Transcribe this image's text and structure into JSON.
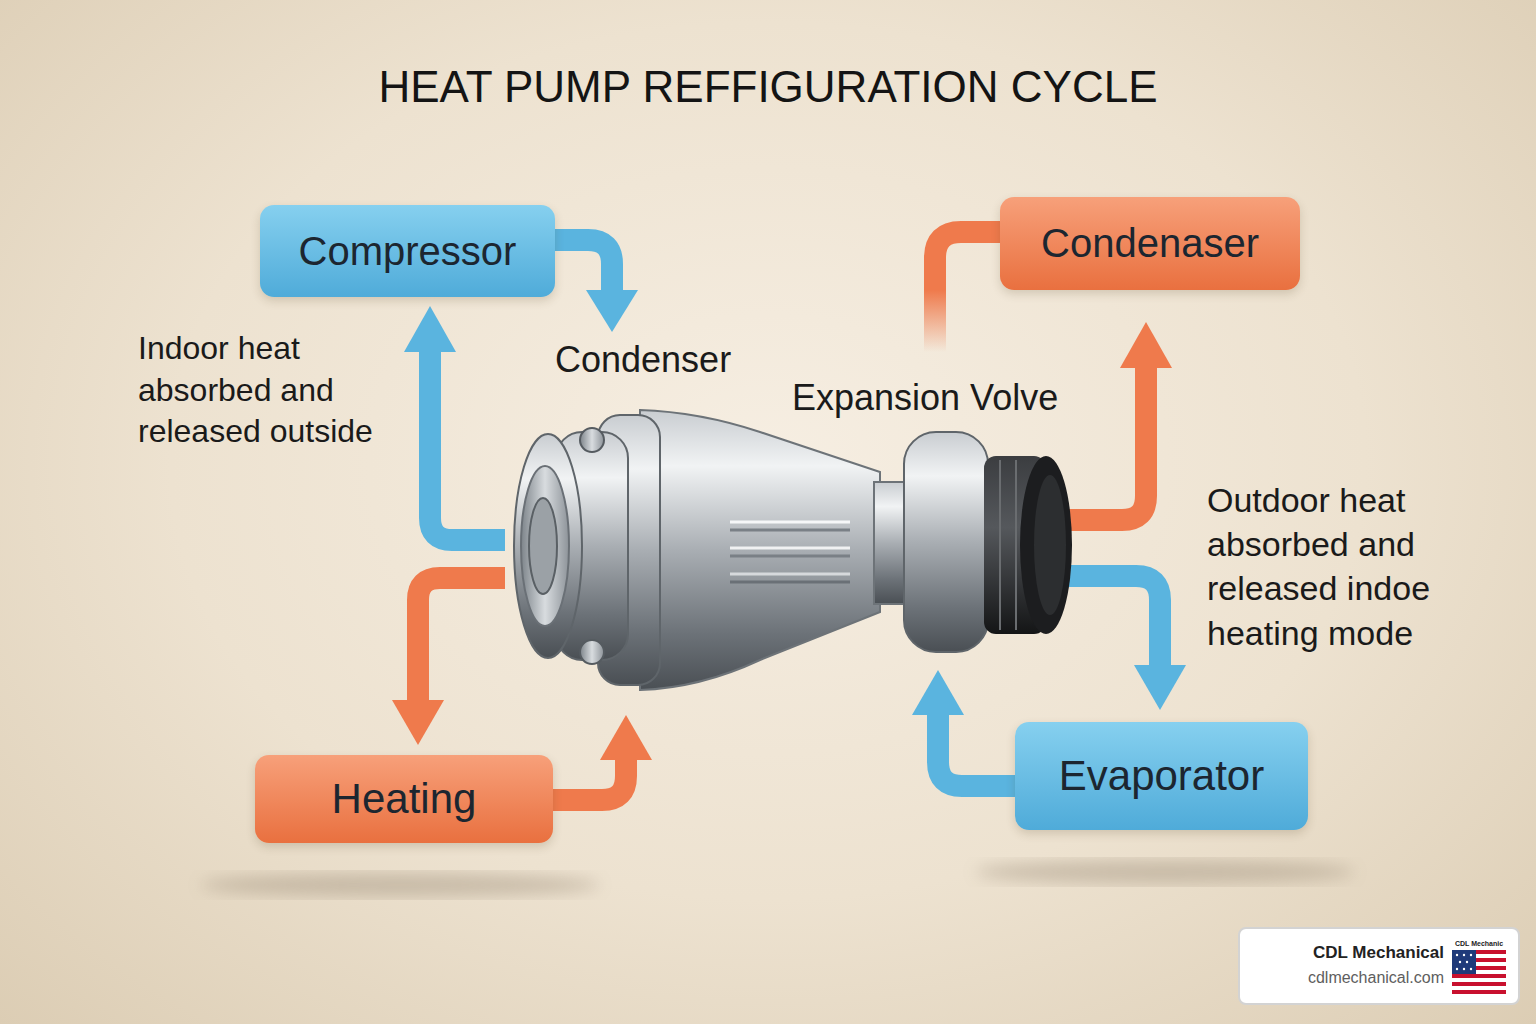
{
  "diagram": {
    "title": "HEAT PUMP REFFIGURATION CYCLE",
    "nodes": [
      {
        "text": [
          "Compressor"
        ]
      },
      {
        "text": [
          "Condenaser"
        ]
      },
      {
        "text": [
          "Heating"
        ]
      },
      {
        "text": [
          "Evaporator"
        ]
      },
      {
        "text": [
          "CDL Mechanical",
          "cdlmechanical.com"
        ]
      }
    ],
    "labels": [
      "Indoor heat absorbed and released outside",
      "Condenser",
      "Expansion Volve",
      "Outdoor heat absorbed and released indoe heating mode",
      "CDL Mechanic"
    ]
  }
}
